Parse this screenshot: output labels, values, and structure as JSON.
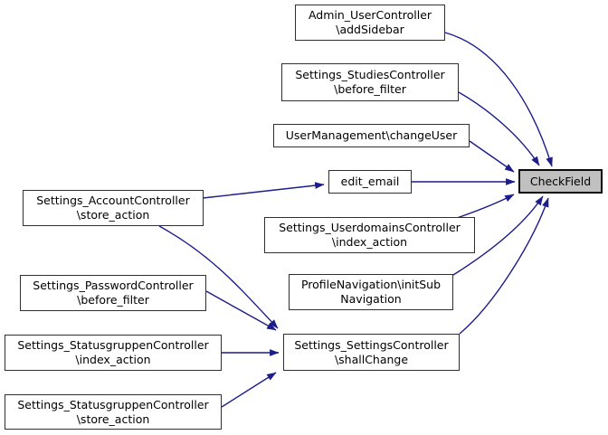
{
  "diagram": {
    "kind": "call-graph",
    "focus_node": "CheckField",
    "colors": {
      "background": "#ffffff",
      "edge": "#1c1c8a",
      "node_border": "#2f2f2f",
      "focus_fill": "#c0c0c0",
      "text": "#000000"
    },
    "nodes": [
      {
        "id": "admin-user-addsidebar",
        "lines": [
          "Admin_UserController",
          "\\addSidebar"
        ]
      },
      {
        "id": "settings-studies-before-filter",
        "lines": [
          "Settings_StudiesController",
          "\\before_filter"
        ]
      },
      {
        "id": "usermanagement-changeuser",
        "lines": [
          "UserManagement\\changeUser"
        ]
      },
      {
        "id": "edit-email",
        "lines": [
          "edit_email"
        ]
      },
      {
        "id": "settings-userdomains-index-action",
        "lines": [
          "Settings_UserdomainsController",
          "\\index_action"
        ]
      },
      {
        "id": "profilenavigation-initsubnavigation",
        "lines": [
          "ProfileNavigation\\initSub",
          "Navigation"
        ]
      },
      {
        "id": "settings-settings-shallchange",
        "lines": [
          "Settings_SettingsController",
          "\\shallChange"
        ]
      },
      {
        "id": "settings-account-store-action",
        "lines": [
          "Settings_AccountController",
          "\\store_action"
        ]
      },
      {
        "id": "settings-password-before-filter",
        "lines": [
          "Settings_PasswordController",
          "\\before_filter"
        ]
      },
      {
        "id": "settings-statusgruppen-index-action",
        "lines": [
          "Settings_StatusgruppenController",
          "\\index_action"
        ]
      },
      {
        "id": "settings-statusgruppen-store-action",
        "lines": [
          "Settings_StatusgruppenController",
          "\\store_action"
        ]
      },
      {
        "id": "checkfield",
        "lines": [
          "CheckField"
        ],
        "highlighted": true
      }
    ],
    "edges": [
      {
        "from": "admin-user-addsidebar",
        "to": "checkfield"
      },
      {
        "from": "settings-studies-before-filter",
        "to": "checkfield"
      },
      {
        "from": "usermanagement-changeuser",
        "to": "checkfield"
      },
      {
        "from": "edit-email",
        "to": "checkfield"
      },
      {
        "from": "settings-userdomains-index-action",
        "to": "checkfield"
      },
      {
        "from": "profilenavigation-initsubnavigation",
        "to": "checkfield"
      },
      {
        "from": "settings-settings-shallchange",
        "to": "checkfield"
      },
      {
        "from": "settings-account-store-action",
        "to": "edit-email"
      },
      {
        "from": "settings-account-store-action",
        "to": "settings-settings-shallchange"
      },
      {
        "from": "settings-password-before-filter",
        "to": "settings-settings-shallchange"
      },
      {
        "from": "settings-statusgruppen-index-action",
        "to": "settings-settings-shallchange"
      },
      {
        "from": "settings-statusgruppen-store-action",
        "to": "settings-settings-shallchange"
      }
    ]
  }
}
